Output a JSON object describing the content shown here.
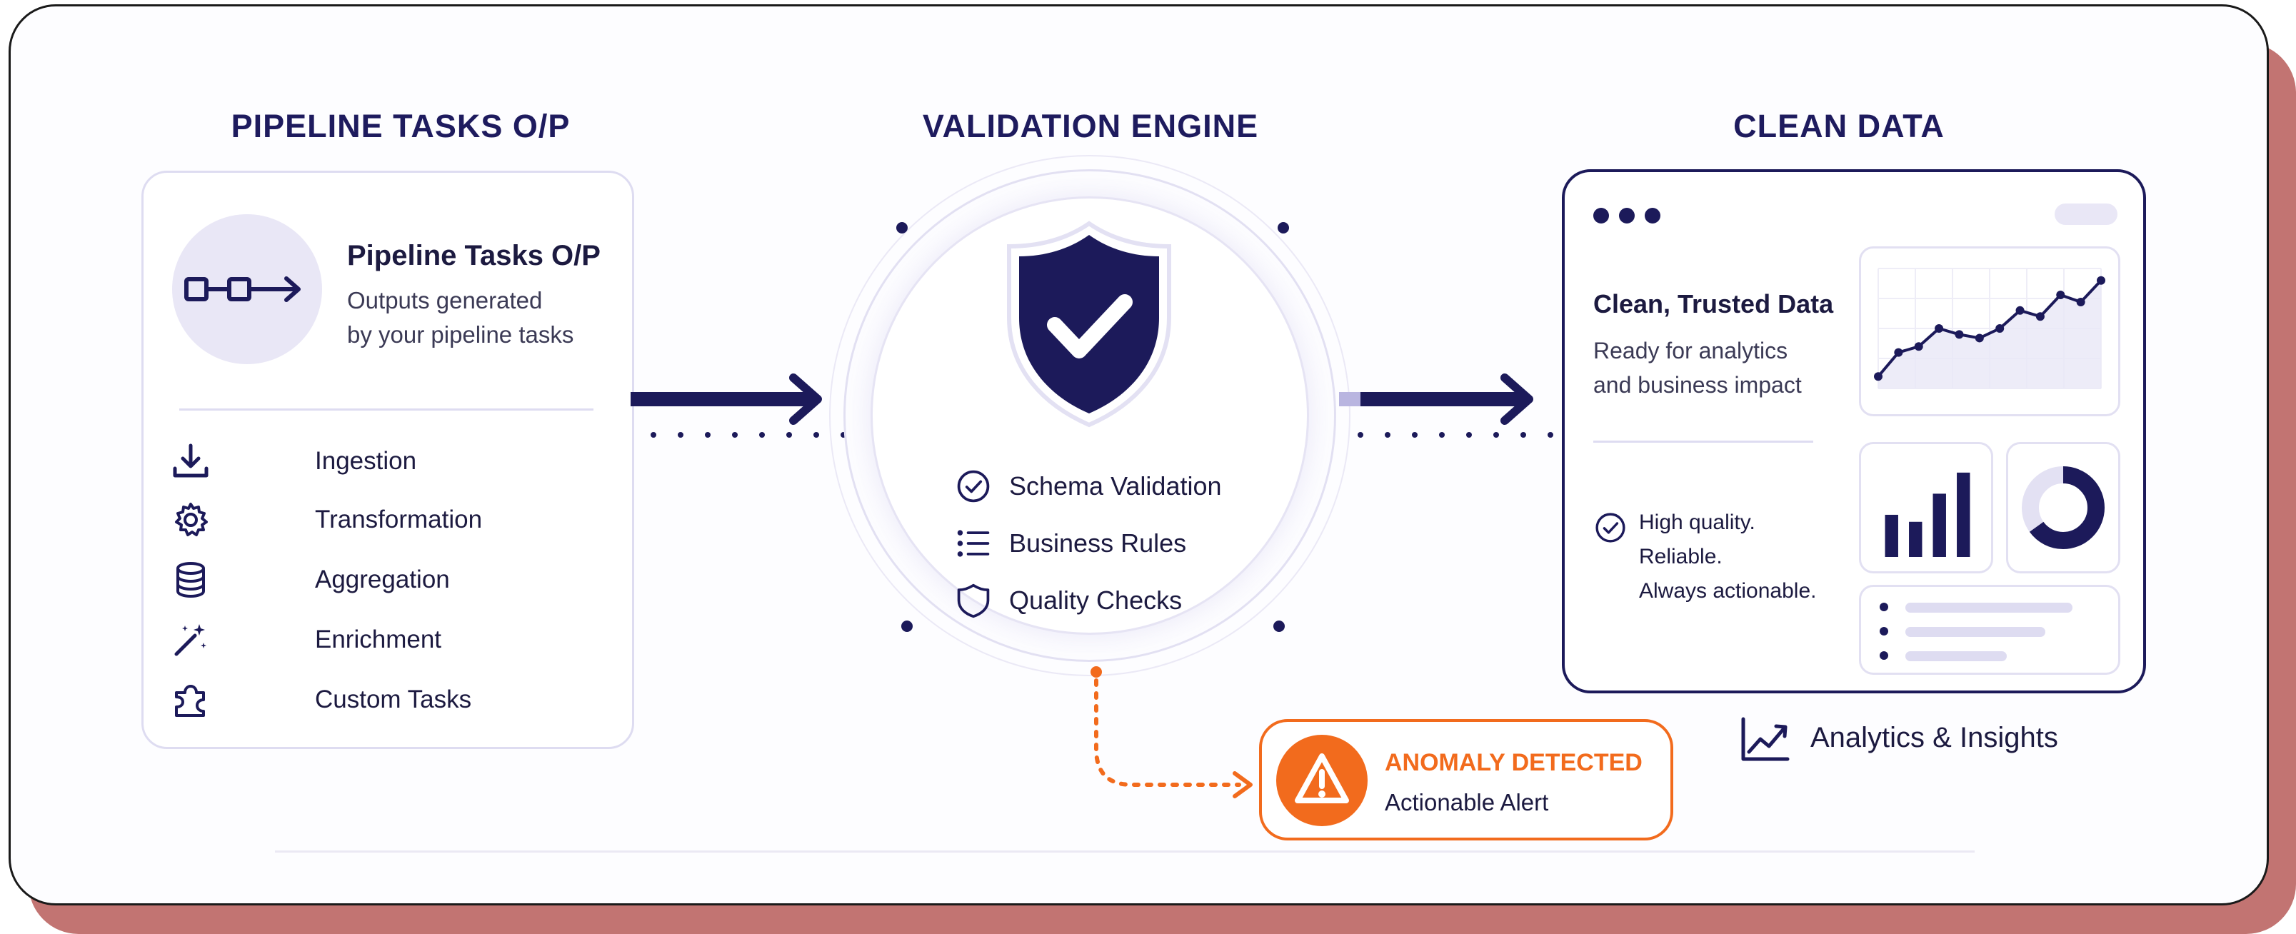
{
  "colors": {
    "navy": "#1c1a5a",
    "accent_orange": "#f26b1d",
    "panel_border": "#dedcf1",
    "muted_fill": "#e9e7f6"
  },
  "sections": {
    "left_heading": "PIPELINE TASKS O/P",
    "center_heading": "VALIDATION ENGINE",
    "right_heading": "CLEAN DATA"
  },
  "pipeline": {
    "icon": "pipeline-flow-icon",
    "title": "Pipeline Tasks O/P",
    "subtitle_line1": "Outputs generated",
    "subtitle_line2": "by your pipeline tasks",
    "tasks": [
      {
        "label": "Ingestion",
        "icon": "download-icon"
      },
      {
        "label": "Transformation",
        "icon": "gear-icon"
      },
      {
        "label": "Aggregation",
        "icon": "database-icon"
      },
      {
        "label": "Enrichment",
        "icon": "magic-wand-icon"
      },
      {
        "label": "Custom Tasks",
        "icon": "puzzle-icon"
      }
    ]
  },
  "engine": {
    "icon": "shield-check-icon",
    "checks": [
      {
        "label": "Schema Validation",
        "icon": "check-circle-icon"
      },
      {
        "label": "Business Rules",
        "icon": "list-icon"
      },
      {
        "label": "Quality Checks",
        "icon": "shield-outline-icon"
      }
    ]
  },
  "alert": {
    "icon": "warning-icon",
    "title": "ANOMALY DETECTED",
    "subtitle": "Actionable Alert"
  },
  "clean_data": {
    "title": "Clean, Trusted Data",
    "subtitle_line1": "Ready for analytics",
    "subtitle_line2": "and business impact",
    "quality_line1": "High quality.",
    "quality_line2": "Reliable.",
    "quality_line3": "Always actionable.",
    "quality_icon": "check-circle-icon",
    "footer_icon": "trend-chart-icon",
    "footer_label": "Analytics & Insights"
  },
  "chart_data": [
    {
      "type": "line",
      "x": [
        1,
        2,
        3,
        4,
        5,
        6,
        7,
        8,
        9,
        10,
        11,
        12
      ],
      "values": [
        1,
        3,
        3.5,
        5,
        4.5,
        4.2,
        5,
        6.5,
        6,
        7.8,
        7.2,
        9
      ],
      "ylim": [
        0,
        10
      ],
      "grid": true
    },
    {
      "type": "bar",
      "values": [
        3,
        2.5,
        4.5,
        6
      ],
      "ylim": [
        0,
        6.5
      ]
    },
    {
      "type": "pie",
      "values": [
        65,
        35
      ]
    }
  ]
}
